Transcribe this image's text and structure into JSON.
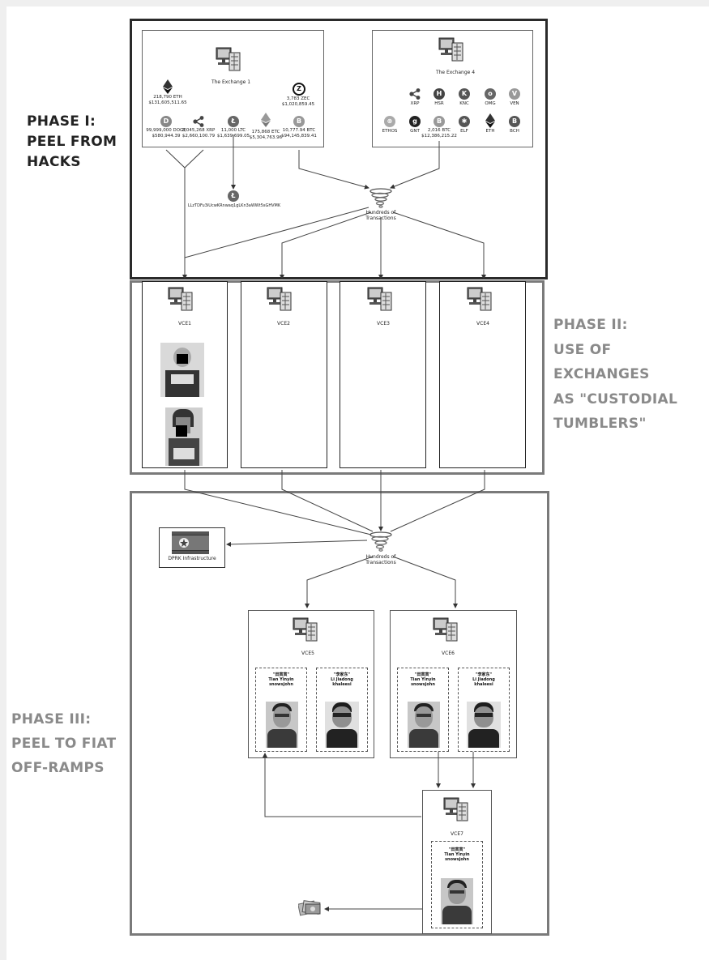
{
  "phases": {
    "p1": [
      "PHASE I:",
      "PEEL FROM",
      "HACKS"
    ],
    "p2": [
      "PHASE II:",
      "USE OF",
      "EXCHANGES",
      "AS \"CUSTODIAL",
      "TUMBLERS\""
    ],
    "p3": [
      "PHASE III:",
      "PEEL TO FIAT",
      "OFF-RAMPS"
    ]
  },
  "exchange1": {
    "title": "The Exchange 1",
    "eth": [
      "218,790 ETH",
      "$131,605,511.65"
    ],
    "zec": [
      "3,783 ZEC",
      "$1,020,859.45"
    ],
    "doge": [
      "99,999,000 DOGE",
      "$580,944.39"
    ],
    "xrp": [
      "3,045,268 XRP",
      "$2,660,100.79"
    ],
    "ltc": [
      "11,000 LTC",
      "$1,639,699.05"
    ],
    "etc": [
      "175,868 ETC",
      "$5,304,763.96"
    ],
    "btc": [
      "10,777.94 BTC",
      "$94,145,839.41"
    ],
    "ltc_address": "LLzTDFu3iUcwKRnwaq1gLKn3aWWt5sGHVMK"
  },
  "exchange4": {
    "title": "The Exchange 4",
    "row1": [
      "XRP",
      "HSR",
      "KNC",
      "OMG",
      "VEN"
    ],
    "row2": [
      "ETHOS",
      "GNT",
      "2,016 BTC",
      "ELF",
      "ETH",
      "BCH"
    ],
    "btc_value": "$12,386,215.22"
  },
  "mixer1": [
    "Hundreds of",
    "Transactions"
  ],
  "mixer2": [
    "Hundreds of",
    "Transactions"
  ],
  "vce": [
    "VCE1",
    "VCE2",
    "VCE3",
    "VCE4",
    "VCE5",
    "VCE6",
    "VCE7"
  ],
  "dprk": "DPRK Infrastructure",
  "persons": {
    "tian_cn": "\"田寅寅\"",
    "tian_en": "Tian Yinyin",
    "tian_user": "snowsjohn",
    "li_cn": "\"李家东\"",
    "li_en": "Li Jiadong",
    "li_user": "khaleesi"
  },
  "colors": {
    "dark_border": "#2a2a2a",
    "grey_border": "#7a7a7a",
    "grey_text": "#8a8a8a"
  }
}
